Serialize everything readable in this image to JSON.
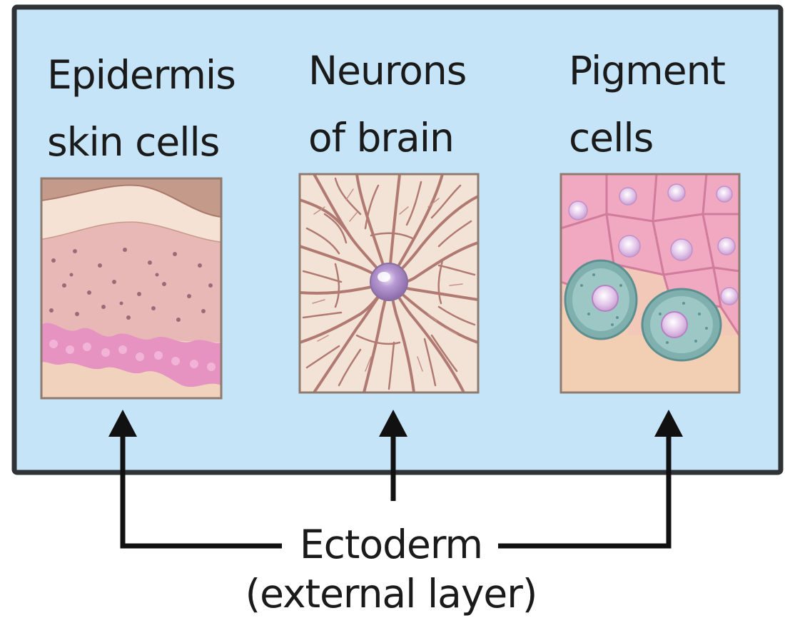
{
  "panels": [
    {
      "id": "epidermis",
      "line1": "Epidermis",
      "line2": "skin cells",
      "tissue": "skin-tissue"
    },
    {
      "id": "neurons",
      "line1": "Neurons",
      "line2": "of brain",
      "tissue": "neuron-tissue"
    },
    {
      "id": "pigment",
      "line1": "Pigment",
      "line2": "cells",
      "tissue": "pigment-tissue"
    }
  ],
  "caption": {
    "line1": "Ectoderm",
    "line2": "(external layer)"
  },
  "colors": {
    "box_fill": "#c5e4f7",
    "box_stroke": "#2f3336",
    "arrow": "#111111",
    "text": "#1a1a1a"
  }
}
